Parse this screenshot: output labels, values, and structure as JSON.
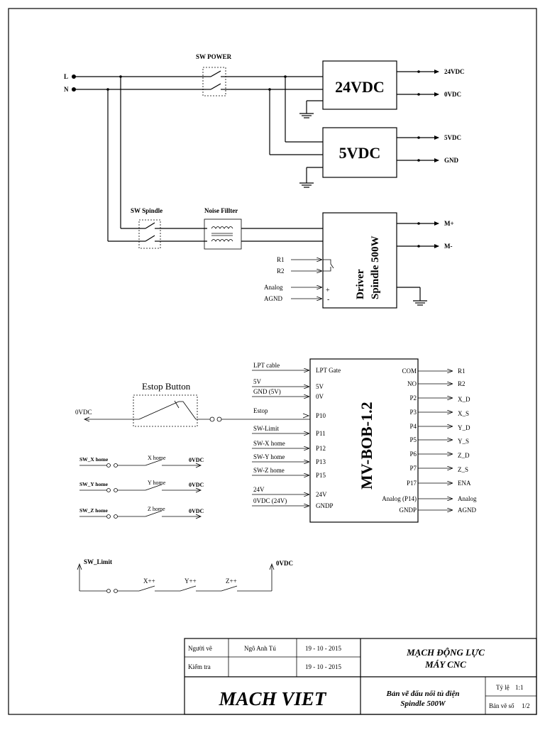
{
  "power": {
    "line_l": "L",
    "line_n": "N",
    "sw_power": "SW POWER",
    "psu24_label": "24VDC",
    "psu24_out1": "24VDC",
    "psu24_out2": "0VDC",
    "psu5_label": "5VDC",
    "psu5_out1": "5VDC",
    "psu5_out2": "GND",
    "sw_spindle": "SW Spindle",
    "noise_filter": "Noise Fillter",
    "driver_line1": "Driver",
    "driver_line2": "Spindle 500W",
    "driver_out1": "M+",
    "driver_out2": "M-",
    "in_r1": "R1",
    "in_r2": "R2",
    "in_analog": "Analog",
    "in_agnd": "AGND",
    "plus": "+",
    "minus": "-"
  },
  "bob": {
    "title": "MV-BOB-1.2",
    "left_ext": [
      {
        "wire": "LPT cable",
        "pin": "LPT Gate"
      },
      {
        "wire": "5V",
        "pin": "5V"
      },
      {
        "wire": "GND (5V)",
        "pin": "0V"
      },
      {
        "wire": "Estop",
        "pin": "P10"
      },
      {
        "wire": "SW-Limit",
        "pin": "P11"
      },
      {
        "wire": "SW-X home",
        "pin": "P12"
      },
      {
        "wire": "SW-Y home",
        "pin": "P13"
      },
      {
        "wire": "SW-Z home",
        "pin": "P15"
      },
      {
        "wire": "24V",
        "pin": "24V"
      },
      {
        "wire": "0VDC (24V)",
        "pin": "GNDP"
      }
    ],
    "right_ext": [
      {
        "pin": "COM",
        "wire": "R1"
      },
      {
        "pin": "NO",
        "wire": "R2"
      },
      {
        "pin": "P2",
        "wire": "X_D"
      },
      {
        "pin": "P3",
        "wire": "X_S"
      },
      {
        "pin": "P4",
        "wire": "Y_D"
      },
      {
        "pin": "P5",
        "wire": "Y_S"
      },
      {
        "pin": "P6",
        "wire": "Z_D"
      },
      {
        "pin": "P7",
        "wire": "Z_S"
      },
      {
        "pin": "P17",
        "wire": "ENA"
      },
      {
        "pin": "Analog (P14)",
        "wire": "Analog"
      },
      {
        "pin": "GNDP",
        "wire": "AGND"
      }
    ]
  },
  "estop": {
    "label": "Estop Button",
    "out": "0VDC"
  },
  "home_switches": [
    {
      "name": "SW_X home",
      "sw": "X home",
      "out": "0VDC"
    },
    {
      "name": "SW_Y home",
      "sw": "Y home",
      "out": "0VDC"
    },
    {
      "name": "SW_Z home",
      "sw": "Z home",
      "out": "0VDC"
    }
  ],
  "limit": {
    "name": "SW_Limit",
    "out": "0VDC",
    "switches": [
      "X++",
      "Y++",
      "Z++"
    ]
  },
  "title_block": {
    "drawn_by_label": "Người vẽ",
    "drawn_by": "Ngô Anh Tú",
    "drawn_date": "19 - 10 - 2015",
    "checked_label": "Kiểm tra",
    "checked_by": "",
    "checked_date": "19 - 10 - 2015",
    "project_line1": "MẠCH ĐỘNG LỰC",
    "project_line2": "MÁY CNC",
    "company": "MACH VIET",
    "drawing_line1": "Bản vẽ đấu nối tủ điện",
    "drawing_line2": "Spindle 500W",
    "scale_label": "Tỷ lệ",
    "scale": "1:1",
    "sheet_label": "Bản vẽ số",
    "sheet": "1/2"
  }
}
